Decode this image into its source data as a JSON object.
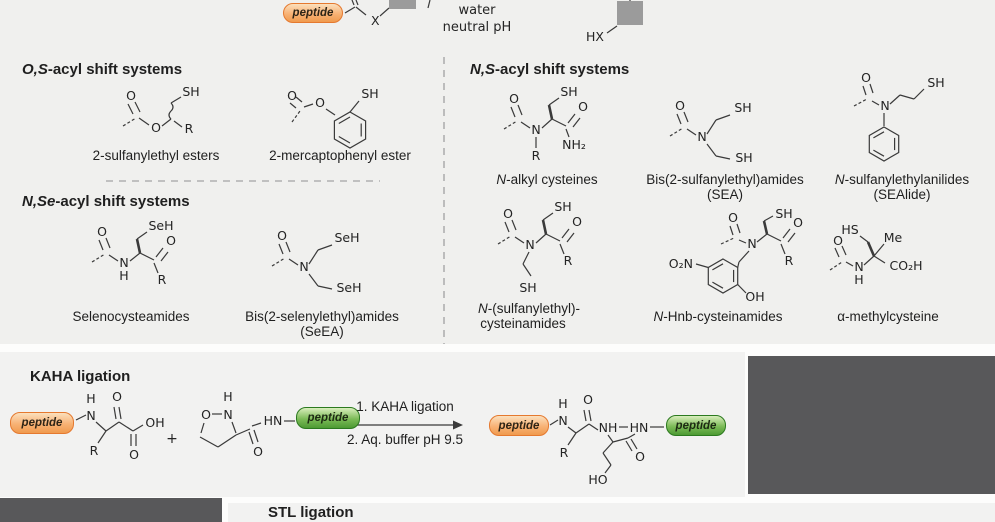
{
  "top_reaction": {
    "peptide_badge": "peptide",
    "x_label": "X",
    "condition_line1": "water",
    "condition_line2": "neutral pH",
    "hx_label": "HX"
  },
  "section_titles": {
    "os_prefix": "O,S",
    "os_rest": "-acyl shift systems",
    "ns_prefix": "N,S",
    "ns_rest": "-acyl shift systems",
    "nse_prefix": "N,Se",
    "nse_rest": "-acyl shift systems",
    "kaha": "KAHA ligation",
    "stl": "STL ligation"
  },
  "atoms": {
    "O": "O",
    "SH": "SH",
    "SeH": "SeH",
    "HS": "HS",
    "N": "N",
    "H": "H",
    "R": "R",
    "NH2": "NH₂",
    "OH": "OH",
    "HO": "HO",
    "Me": "Me",
    "CO2H": "CO₂H",
    "O2N": "O₂N",
    "NH": "NH",
    "HN": "HN",
    "plus": "+"
  },
  "labels": {
    "sulfanylethyl_esters": "2-sulfanylethyl esters",
    "mercaptophenyl_ester": "2-mercaptophenyl ester",
    "n_alkyl_prefix": "N",
    "n_alkyl_rest": "-alkyl cysteines",
    "sea_line1": "Bis(2-sulfanylethyl)amides",
    "sea_line2": "(SEA)",
    "sealide_prefix": "N",
    "sealide_rest": "-sulfanylethylanilides",
    "sealide_line2": "(SEAlide)",
    "selenocysteamides": "Selenocysteamides",
    "seea_line1": "Bis(2-selenylethyl)amides",
    "seea_line2": "(SeEA)",
    "nse_cys_prefix": "N",
    "nse_cys_rest": "-(sulfanylethyl)-",
    "nse_cys_line2": "cysteinamides",
    "hnb_prefix": "N",
    "hnb_rest": "-Hnb-cysteinamides",
    "alpha_methylcysteine": "α-methylcysteine"
  },
  "kaha_reaction": {
    "reactant1_badge": "peptide",
    "plus": "+",
    "reactant2_badge": "peptide",
    "arrow_line1": "1. KAHA ligation",
    "arrow_line2": "2. Aq. buffer pH 9.5",
    "product_badge_left": "peptide",
    "product_badge_right": "peptide"
  },
  "colors": {
    "top_background": "#f0f0ee",
    "panel_background": "#f2f2f1",
    "dark_block": "#58585a",
    "gray_square": "#9b9b9b",
    "orange_badge_border": "#e5792f",
    "green_badge_border": "#2c7a1f"
  }
}
